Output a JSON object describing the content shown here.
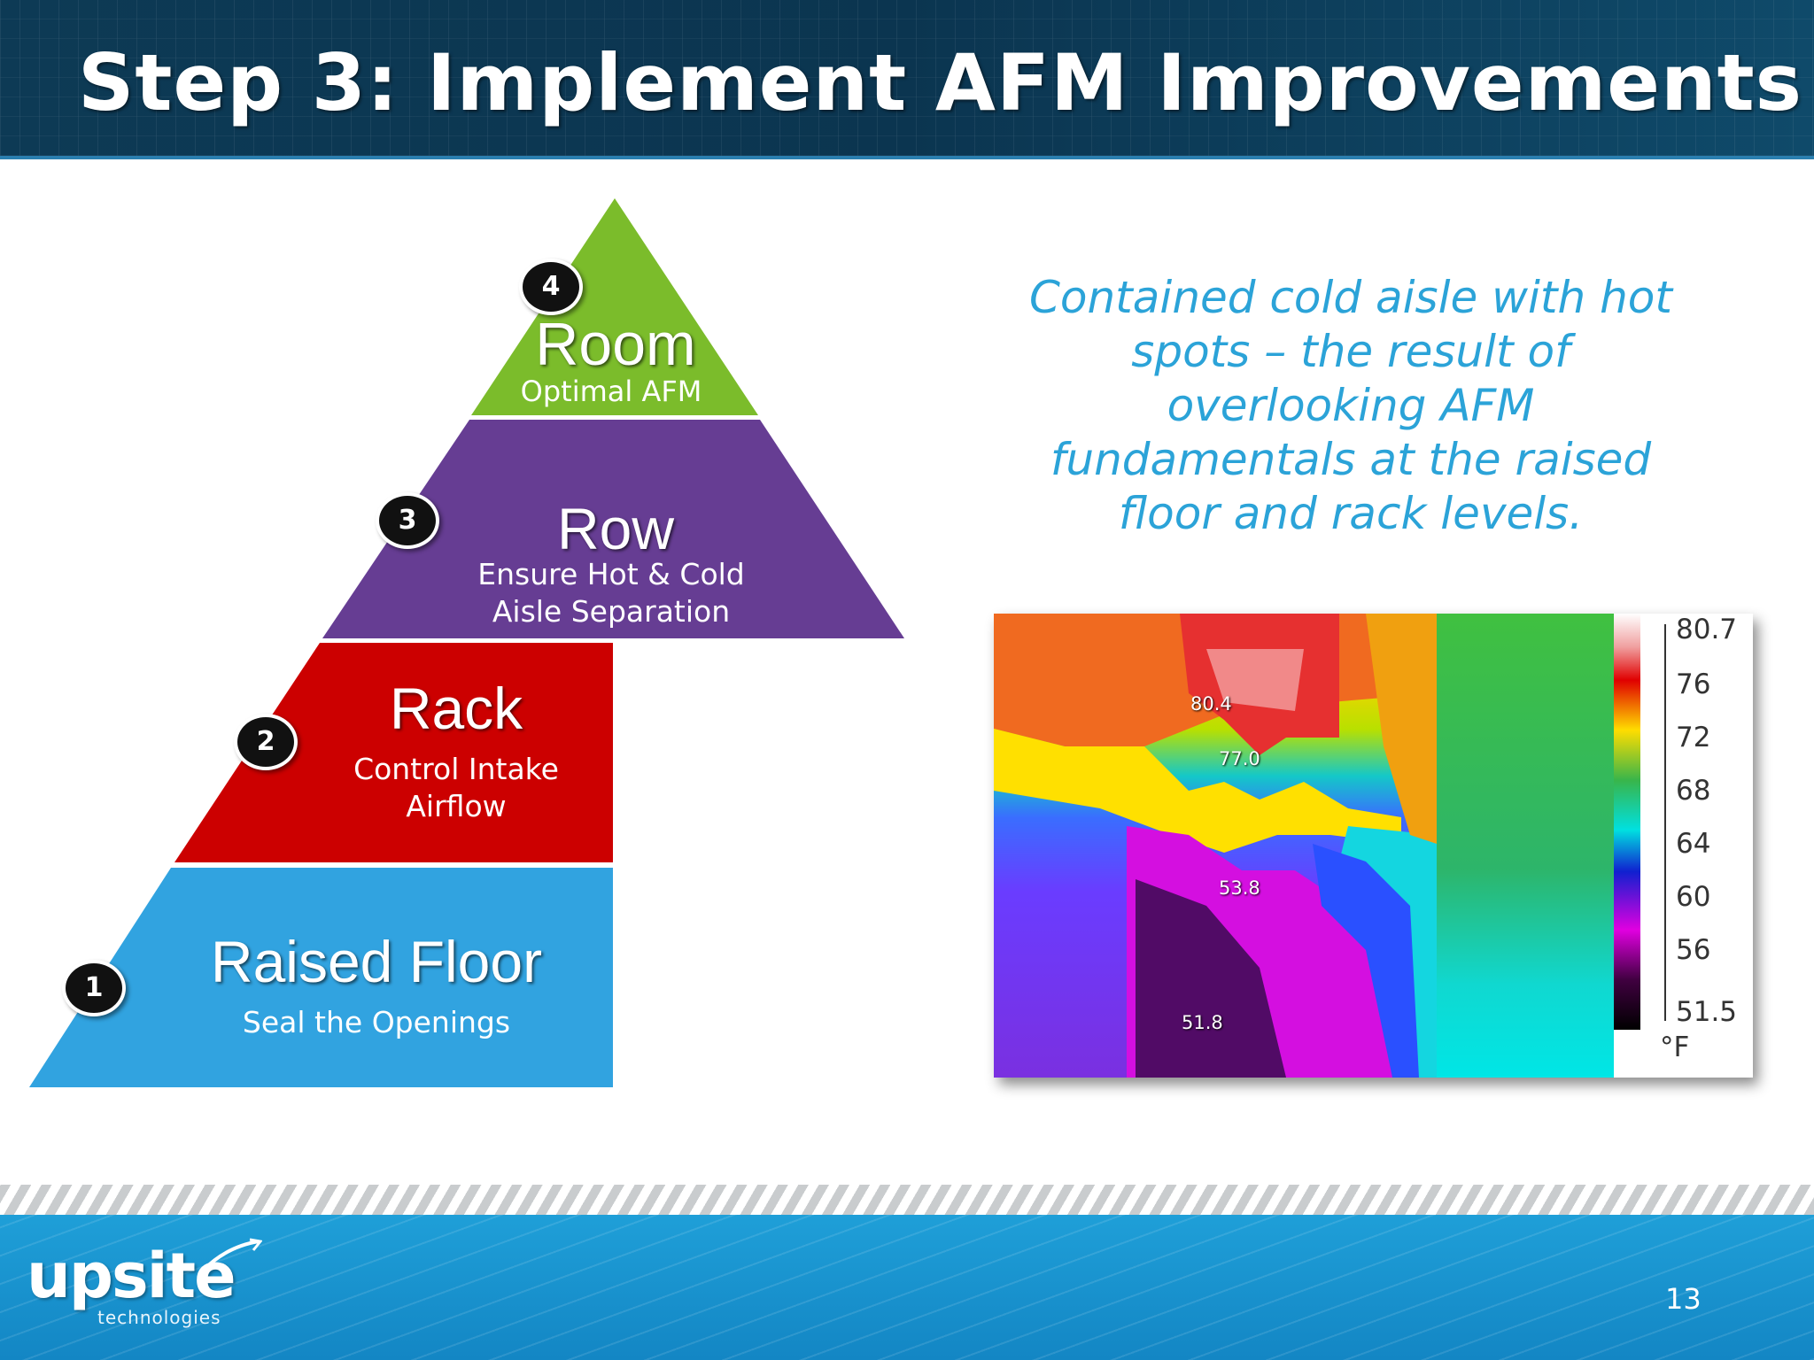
{
  "slide": {
    "title": "Step 3: Implement AFM Improvements",
    "page_number": "13"
  },
  "pyramid": {
    "tiers": [
      {
        "number": "1",
        "title": "Raised Floor",
        "subtitle": [
          "Seal the Openings"
        ],
        "color": "#31a3e0"
      },
      {
        "number": "2",
        "title": "Rack",
        "subtitle": [
          "Control Intake",
          "Airflow"
        ],
        "color": "#cc0000"
      },
      {
        "number": "3",
        "title": "Row",
        "subtitle": [
          "Ensure Hot & Cold",
          "Aisle Separation"
        ],
        "color": "#663d93"
      },
      {
        "number": "4",
        "title": "Room",
        "subtitle": [
          "Optimal AFM"
        ],
        "color": "#7bbc2b"
      }
    ]
  },
  "caption": "Contained cold aisle with hot spots – the result of overlooking AFM fundamentals at the raised floor and rack levels.",
  "thermal_image": {
    "point_labels": [
      "80.4",
      "77.0",
      "53.8",
      "51.8"
    ],
    "scale": {
      "max": "80.7",
      "ticks": [
        "76",
        "72",
        "68",
        "64",
        "60",
        "56"
      ],
      "min": "51.5",
      "unit": "°F"
    }
  },
  "logo": {
    "name": "upsite",
    "tagline": "technologies"
  }
}
